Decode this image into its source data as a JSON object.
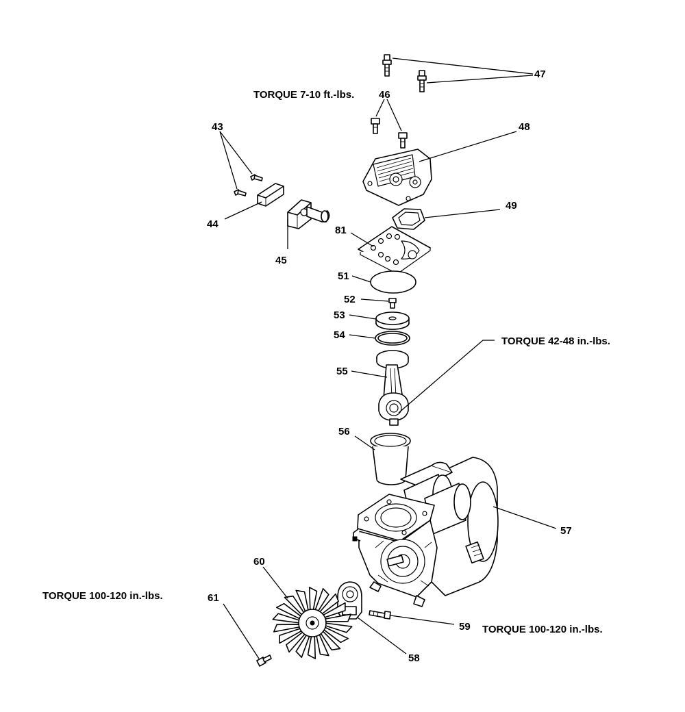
{
  "part_numbers": {
    "p43": "43",
    "p44": "44",
    "p45": "45",
    "p46": "46",
    "p47": "47",
    "p48": "48",
    "p49": "49",
    "p51": "51",
    "p52": "52",
    "p53": "53",
    "p54": "54",
    "p55": "55",
    "p56": "56",
    "p57": "57",
    "p58": "58",
    "p59": "59",
    "p60": "60",
    "p61": "61",
    "p81": "81"
  },
  "torque_notes": {
    "head_bolts": "TORQUE  7-10 ft.-lbs.",
    "connecting_rod": "TORQUE  42-48 in.-lbs.",
    "fan_bolt": "TORQUE  100-120 in.-lbs.",
    "bearing_bolt": "TORQUE  100-120 in.-lbs."
  },
  "colors": {
    "ink": "#000000",
    "paper": "#ffffff"
  }
}
